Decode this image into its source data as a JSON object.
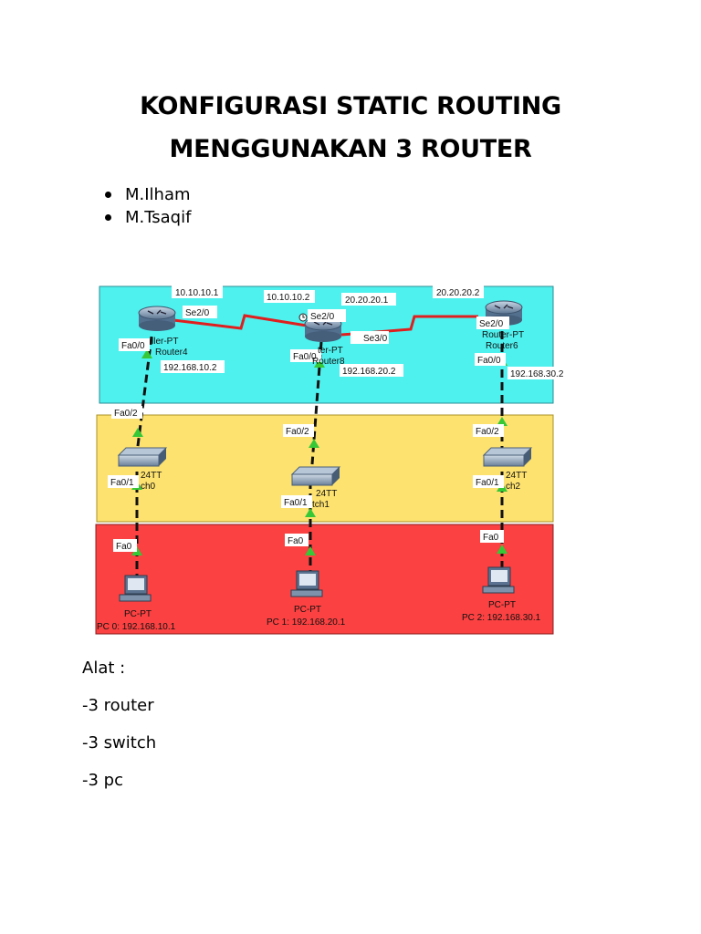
{
  "document": {
    "title_line1": "KONFIGURASI STATIC ROUTING",
    "title_line2": "MENGGUNAKAN 3 ROUTER",
    "authors": [
      "M.Ilham",
      "M.Tsaqif"
    ],
    "alat_heading": "Alat :",
    "alat_items": [
      "-3 router",
      "-3 switch",
      "-3 pc"
    ]
  },
  "topology": {
    "zone_colors": {
      "routers": "#4ef1ee",
      "switches": "#fde26f",
      "pcs": "#fb4141"
    },
    "link_colors": {
      "serial": "#e01e1e",
      "ethernet": "#111111"
    },
    "routers": [
      {
        "type": "ller-PT",
        "name": "Router4",
        "port_serial": "Se2/0",
        "port_fa": "Fa0/0",
        "ip_serial": "10.10.10.1",
        "ip_lan": "192.168.10.2"
      },
      {
        "type": "ter-PT",
        "name": "Router8",
        "port_serial_left": "Se2/0",
        "port_serial_right": "Se3/0",
        "port_fa": "Fa0/0",
        "ip_serial_left": "10.10.10.2",
        "ip_serial_right": "20.20.20.1",
        "ip_lan": "192.168.20.2"
      },
      {
        "type": "Router-PT",
        "name": "Router6",
        "port_serial": "Se2/0",
        "port_fa": "Fa0/0",
        "ip_serial": "20.20.20.2",
        "ip_lan": "192.168.30.2"
      }
    ],
    "switches": [
      {
        "label_top": "24TT",
        "label_bottom": "ch0",
        "port_up": "Fa0/2",
        "port_down": "Fa0/1"
      },
      {
        "label_top": "24TT",
        "label_bottom": "tch1",
        "port_up": "Fa0/2",
        "port_down": "Fa0/1"
      },
      {
        "label_top": "24TT",
        "label_bottom": "ch2",
        "port_up": "Fa0/2",
        "port_down": "Fa0/1"
      }
    ],
    "pcs": [
      {
        "type": "PC-PT",
        "name": "PC 0: 192.168.10.1",
        "port": "Fa0"
      },
      {
        "type": "PC-PT",
        "name": "PC 1: 192.168.20.1",
        "port": "Fa0"
      },
      {
        "type": "PC-PT",
        "name": "PC 2: 192.168.30.1",
        "port": "Fa0"
      }
    ]
  }
}
